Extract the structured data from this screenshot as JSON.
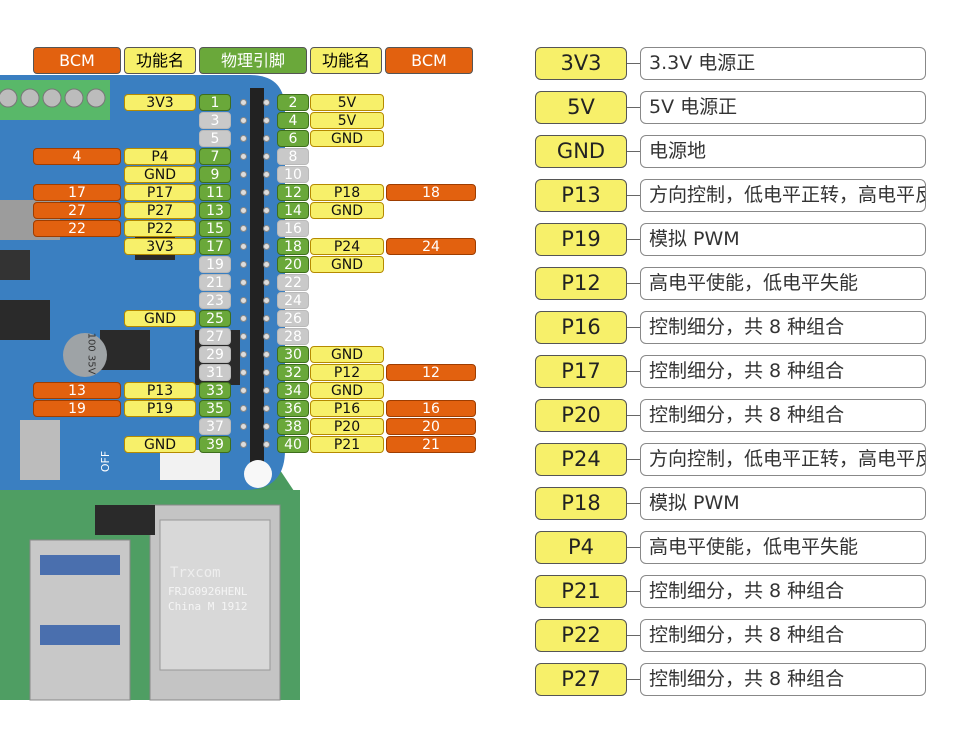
{
  "headers": [
    "BCM",
    "功能名",
    "物理引脚",
    "功能名",
    "BCM"
  ],
  "pins_left": [
    {
      "bcm": "",
      "func": "3V3",
      "pin": "1",
      "active": true
    },
    {
      "bcm": "",
      "func": "",
      "pin": "3",
      "active": false
    },
    {
      "bcm": "",
      "func": "",
      "pin": "5",
      "active": false
    },
    {
      "bcm": "4",
      "func": "P4",
      "pin": "7",
      "active": true
    },
    {
      "bcm": "",
      "func": "GND",
      "pin": "9",
      "active": true
    },
    {
      "bcm": "17",
      "func": "P17",
      "pin": "11",
      "active": true
    },
    {
      "bcm": "27",
      "func": "P27",
      "pin": "13",
      "active": true
    },
    {
      "bcm": "22",
      "func": "P22",
      "pin": "15",
      "active": true
    },
    {
      "bcm": "",
      "func": "3V3",
      "pin": "17",
      "active": true
    },
    {
      "bcm": "",
      "func": "",
      "pin": "19",
      "active": false
    },
    {
      "bcm": "",
      "func": "",
      "pin": "21",
      "active": false
    },
    {
      "bcm": "",
      "func": "",
      "pin": "23",
      "active": false
    },
    {
      "bcm": "",
      "func": "GND",
      "pin": "25",
      "active": true
    },
    {
      "bcm": "",
      "func": "",
      "pin": "27",
      "active": false
    },
    {
      "bcm": "",
      "func": "",
      "pin": "29",
      "active": false
    },
    {
      "bcm": "",
      "func": "",
      "pin": "31",
      "active": false
    },
    {
      "bcm": "13",
      "func": "P13",
      "pin": "33",
      "active": true
    },
    {
      "bcm": "19",
      "func": "P19",
      "pin": "35",
      "active": true
    },
    {
      "bcm": "",
      "func": "",
      "pin": "37",
      "active": false
    },
    {
      "bcm": "",
      "func": "GND",
      "pin": "39",
      "active": true
    }
  ],
  "pins_right": [
    {
      "pin": "2",
      "func": "5V",
      "bcm": "",
      "active": true
    },
    {
      "pin": "4",
      "func": "5V",
      "bcm": "",
      "active": true
    },
    {
      "pin": "6",
      "func": "GND",
      "bcm": "",
      "active": true
    },
    {
      "pin": "8",
      "func": "",
      "bcm": "",
      "active": false
    },
    {
      "pin": "10",
      "func": "",
      "bcm": "",
      "active": false
    },
    {
      "pin": "12",
      "func": "P18",
      "bcm": "18",
      "active": true
    },
    {
      "pin": "14",
      "func": "GND",
      "bcm": "",
      "active": true
    },
    {
      "pin": "16",
      "func": "",
      "bcm": "",
      "active": false
    },
    {
      "pin": "18",
      "func": "P24",
      "bcm": "24",
      "active": true
    },
    {
      "pin": "20",
      "func": "GND",
      "bcm": "",
      "active": true
    },
    {
      "pin": "22",
      "func": "",
      "bcm": "",
      "active": false
    },
    {
      "pin": "24",
      "func": "",
      "bcm": "",
      "active": false
    },
    {
      "pin": "26",
      "func": "",
      "bcm": "",
      "active": false
    },
    {
      "pin": "28",
      "func": "",
      "bcm": "",
      "active": false
    },
    {
      "pin": "30",
      "func": "GND",
      "bcm": "",
      "active": true
    },
    {
      "pin": "32",
      "func": "P12",
      "bcm": "12",
      "active": true
    },
    {
      "pin": "34",
      "func": "GND",
      "bcm": "",
      "active": true
    },
    {
      "pin": "36",
      "func": "P16",
      "bcm": "16",
      "active": true
    },
    {
      "pin": "38",
      "func": "P20",
      "bcm": "20",
      "active": true
    },
    {
      "pin": "40",
      "func": "P21",
      "bcm": "21",
      "active": true
    }
  ],
  "legend": [
    {
      "key": "3V3",
      "desc": "3.3V 电源正"
    },
    {
      "key": "5V",
      "desc": "5V 电源正"
    },
    {
      "key": "GND",
      "desc": "电源地"
    },
    {
      "key": "P13",
      "desc": "方向控制，低电平正转，高电平反转"
    },
    {
      "key": "P19",
      "desc": "模拟 PWM"
    },
    {
      "key": "P12",
      "desc": "高电平使能，低电平失能"
    },
    {
      "key": "P16",
      "desc": "控制细分，共 8 种组合"
    },
    {
      "key": "P17",
      "desc": "控制细分，共 8 种组合"
    },
    {
      "key": "P20",
      "desc": "控制细分，共 8 种组合"
    },
    {
      "key": "P24",
      "desc": "方向控制，低电平正转，高电平反转"
    },
    {
      "key": "P18",
      "desc": "模拟 PWM"
    },
    {
      "key": "P4",
      "desc": "高电平使能，低电平失能"
    },
    {
      "key": "P21",
      "desc": "控制细分，共 8 种组合"
    },
    {
      "key": "P22",
      "desc": "控制细分，共 8 种组合"
    },
    {
      "key": "P27",
      "desc": "控制细分，共 8 种组合"
    }
  ],
  "board_text": {
    "jack": "Trxcom",
    "jack_model": "FRJG0926HENL",
    "jack_origin": "China M 1912",
    "switch_label": "OFF",
    "cap_label": "100 35V"
  },
  "colors": {
    "yellow": "#f7f06a",
    "orange": "#e2610f",
    "green": "#6aa83a",
    "grey": "#c9c9c9",
    "board": "#3a7fc1"
  }
}
